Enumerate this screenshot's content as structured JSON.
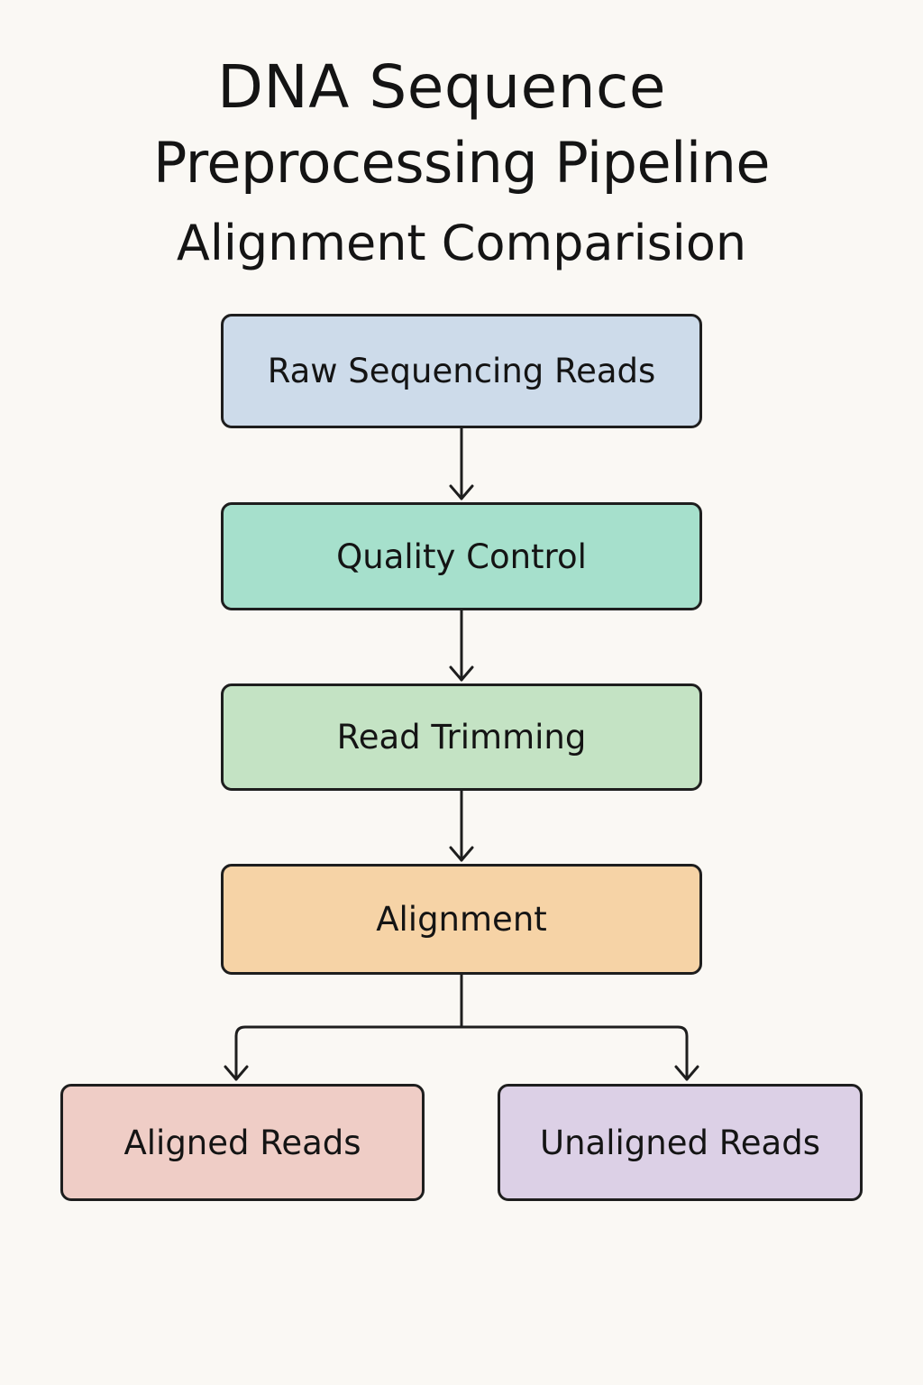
{
  "title": {
    "line1": "DNA Sequence",
    "line2": "Preprocessing Pipeline",
    "line3": "Alignment Comparision"
  },
  "nodes": {
    "raw_reads": {
      "label": "Raw Sequencing Reads",
      "color": "#cddbea"
    },
    "quality_control": {
      "label": "Quality Control",
      "color": "#a6e0cc"
    },
    "read_trimming": {
      "label": "Read Trimming",
      "color": "#c4e3c4"
    },
    "alignment": {
      "label": "Alignment",
      "color": "#f6d3a6"
    },
    "aligned_reads": {
      "label": "Aligned Reads",
      "color": "#efcdc6"
    },
    "unaligned_reads": {
      "label": "Unaligned Reads",
      "color": "#dcd0e6"
    }
  },
  "edges": [
    {
      "from": "Raw Sequencing Reads",
      "to": "Quality Control"
    },
    {
      "from": "Quality Control",
      "to": "Read Trimming"
    },
    {
      "from": "Read Trimming",
      "to": "Alignment"
    },
    {
      "from": "Alignment",
      "to": "Aligned Reads"
    },
    {
      "from": "Alignment",
      "to": "Unaligned Reads"
    }
  ],
  "colors": {
    "background": "#faf8f4",
    "stroke": "#1e1e1e",
    "text": "#141414"
  }
}
